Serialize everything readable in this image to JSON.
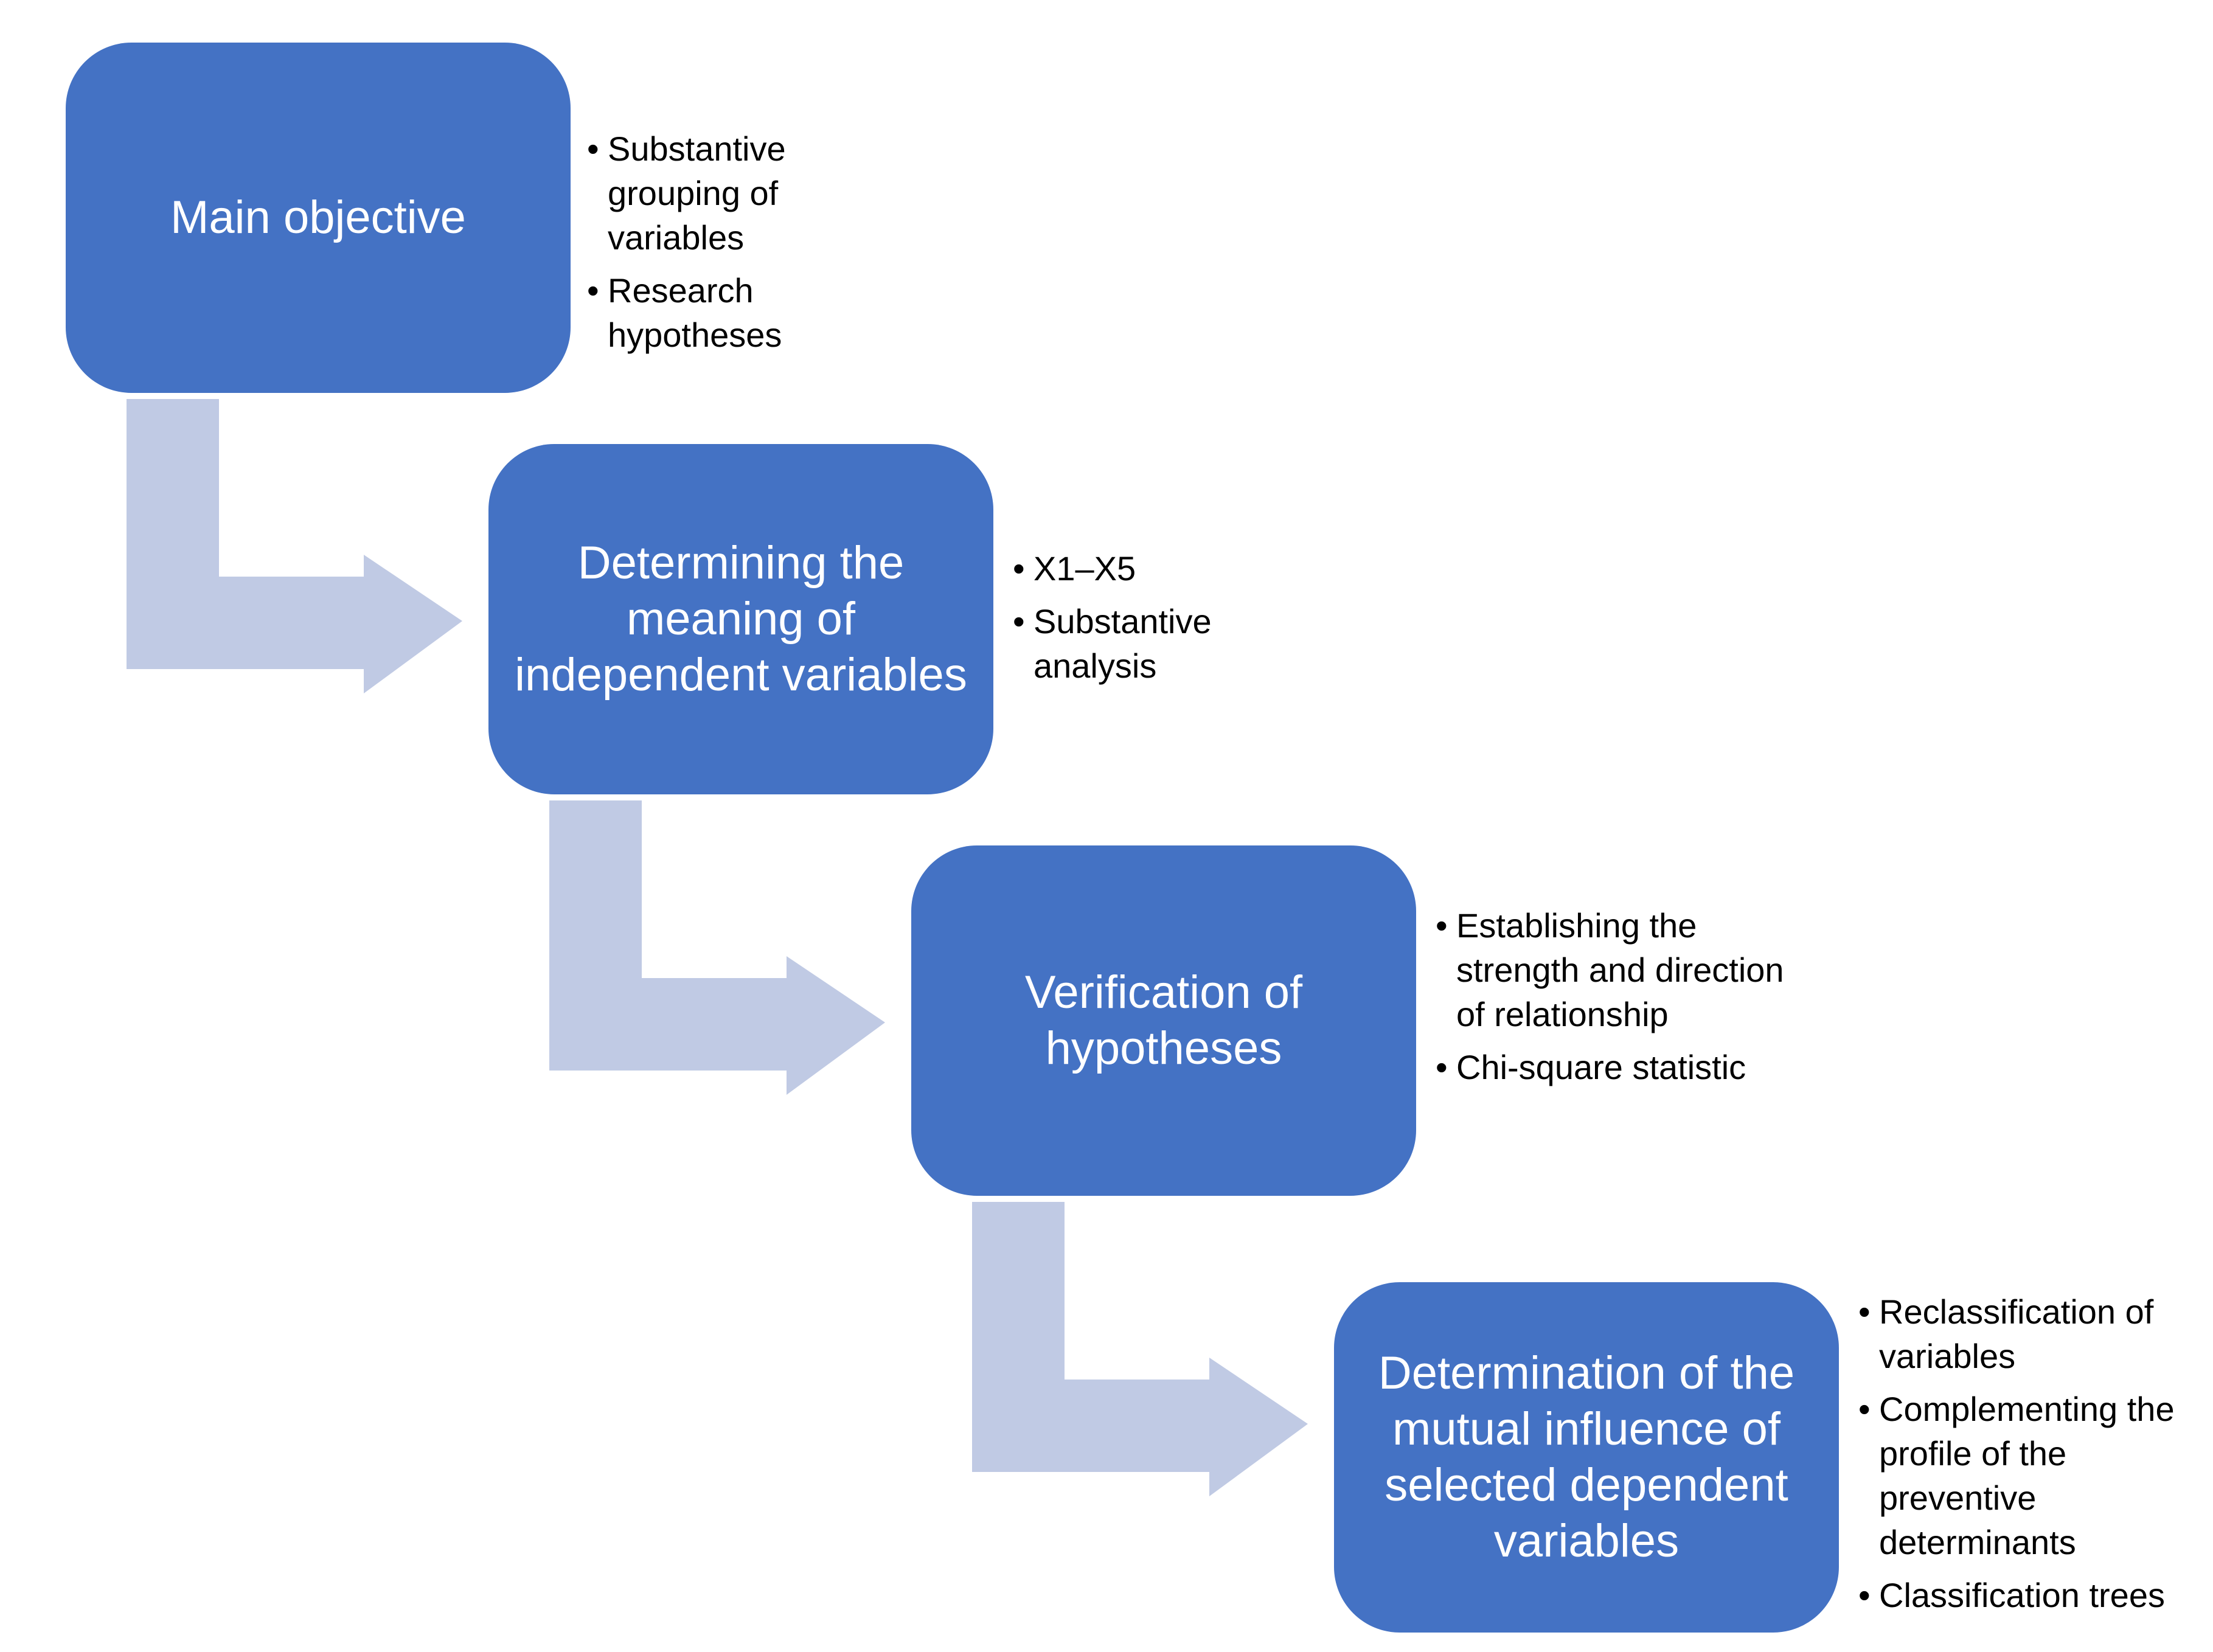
{
  "colors": {
    "box_fill": "#4472c4",
    "arrow_fill": "#c0cae4",
    "box_text": "#ffffff",
    "bullet_text": "#000000"
  },
  "steps": [
    {
      "label": "Main objective",
      "bullets": [
        "Substantive grouping of variables",
        "Research hypotheses"
      ]
    },
    {
      "label": "Determining the meaning of independent variables",
      "bullets": [
        "X1–X5",
        "Substantive analysis"
      ]
    },
    {
      "label": "Verification of hypotheses",
      "bullets": [
        "Establishing the strength and direction of relationship",
        "Chi-square statistic"
      ]
    },
    {
      "label": "Determination of the mutual influence of selected dependent variables",
      "bullets": [
        "Reclassification of variables",
        "Complementing the profile of the preventive determinants",
        "Classification trees"
      ]
    }
  ]
}
